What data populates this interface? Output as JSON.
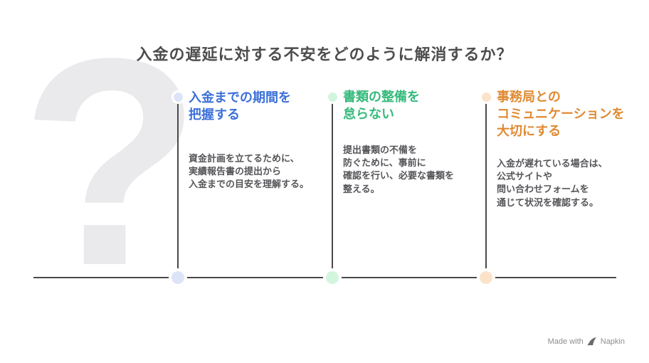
{
  "title": "入金の遅延に対する不安をどのように解消するか？",
  "question_mark_glyph": "?",
  "steps": [
    {
      "heading": "入金までの期間を\n把握する",
      "description": "資金計画を立てるために、\n実績報告書の提出から\n入金までの目安を理解する。",
      "accent_color": "#3C70D9",
      "dot_color": "#DCE5F8"
    },
    {
      "heading": "書類の整備を\n怠らない",
      "description": "提出書類の不備を\n防ぐために、事前に\n確認を行い、必要な書類を\n整える。",
      "accent_color": "#35BA7B",
      "dot_color": "#D3F5DE"
    },
    {
      "heading": "事務局との\nコミュニケーションを\n大切にする",
      "description": "入金が遅れている場合は、\n公式サイトや\n問い合わせフォームを\n通じて状況を確認する。",
      "accent_color": "#E08A33",
      "dot_color": "#FBE3CA"
    }
  ],
  "watermark": {
    "prefix": "Made with",
    "brand": "Napkin"
  },
  "colors": {
    "background": "#FFFFFF",
    "title_text": "#4D4D4D",
    "body_text": "#56565A",
    "line": "#4A4A4A",
    "question_mark": "#EAEAED",
    "watermark_text": "#8E8E8E",
    "watermark_icon": "#6B6B6B"
  }
}
